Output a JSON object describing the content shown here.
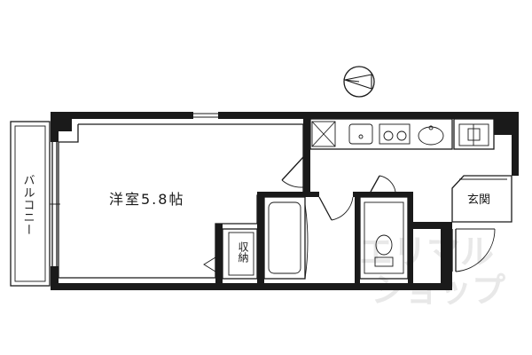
{
  "rooms": {
    "western_room": "洋室5.8帖",
    "balcony": "バルコニー",
    "storage": "収納",
    "entrance": "玄関"
  },
  "watermark": {
    "line1": "エリマル",
    "line2": "ショップ"
  },
  "colors": {
    "wall": "#1a1a1a",
    "background": "#ffffff",
    "watermark": "#e8e8e8"
  }
}
